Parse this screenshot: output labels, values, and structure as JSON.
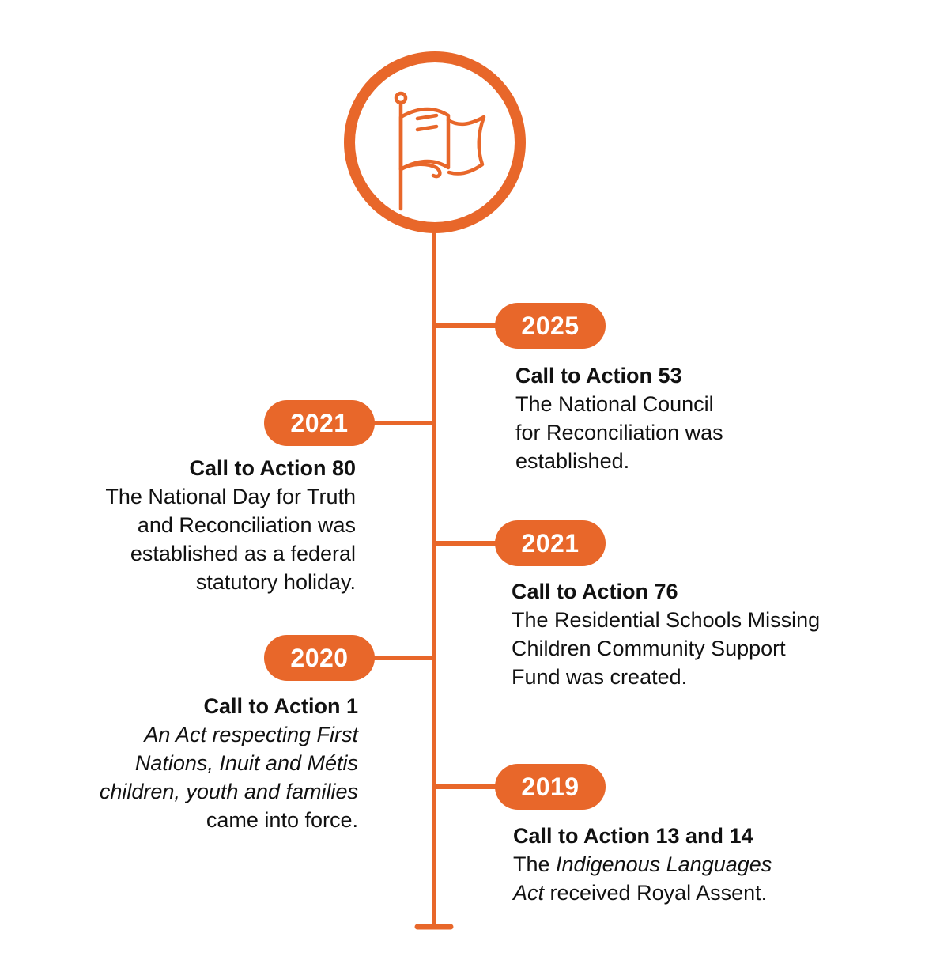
{
  "colors": {
    "accent": "#e8672a",
    "text": "#111111",
    "background": "#ffffff"
  },
  "header_icon": "flag-icon",
  "events": [
    {
      "id": "event-2025",
      "year": "2025",
      "side": "right",
      "heading": "Call to Action 53",
      "body_lines": [
        [
          {
            "text": "The National Council"
          }
        ],
        [
          {
            "text": "for Reconciliation was"
          }
        ],
        [
          {
            "text": "established."
          }
        ]
      ]
    },
    {
      "id": "event-2021-a",
      "year": "2021",
      "side": "left",
      "heading": "Call to Action 80",
      "body_lines": [
        [
          {
            "text": "The National Day for Truth"
          }
        ],
        [
          {
            "text": "and Reconciliation was"
          }
        ],
        [
          {
            "text": "established as a federal"
          }
        ],
        [
          {
            "text": "statutory holiday."
          }
        ]
      ]
    },
    {
      "id": "event-2021-b",
      "year": "2021",
      "side": "right",
      "heading": "Call to Action 76",
      "body_lines": [
        [
          {
            "text": "The Residential Schools Missing"
          }
        ],
        [
          {
            "text": "Children Community Support"
          }
        ],
        [
          {
            "text": "Fund was created."
          }
        ]
      ]
    },
    {
      "id": "event-2020",
      "year": "2020",
      "side": "left",
      "heading": "Call to Action 1",
      "body_lines": [
        [
          {
            "text": "An Act respecting First",
            "italic": true
          }
        ],
        [
          {
            "text": "Nations, Inuit and Métis",
            "italic": true
          }
        ],
        [
          {
            "text": "children, youth and families",
            "italic": true
          }
        ],
        [
          {
            "text": "came into force."
          }
        ]
      ]
    },
    {
      "id": "event-2019",
      "year": "2019",
      "side": "right",
      "heading": "Call to Action 13 and 14",
      "body_lines": [
        [
          {
            "text": "The "
          },
          {
            "text": "Indigenous Languages",
            "italic": true
          }
        ],
        [
          {
            "text": "Act",
            "italic": true
          },
          {
            "text": " received Royal Assent."
          }
        ]
      ]
    }
  ]
}
